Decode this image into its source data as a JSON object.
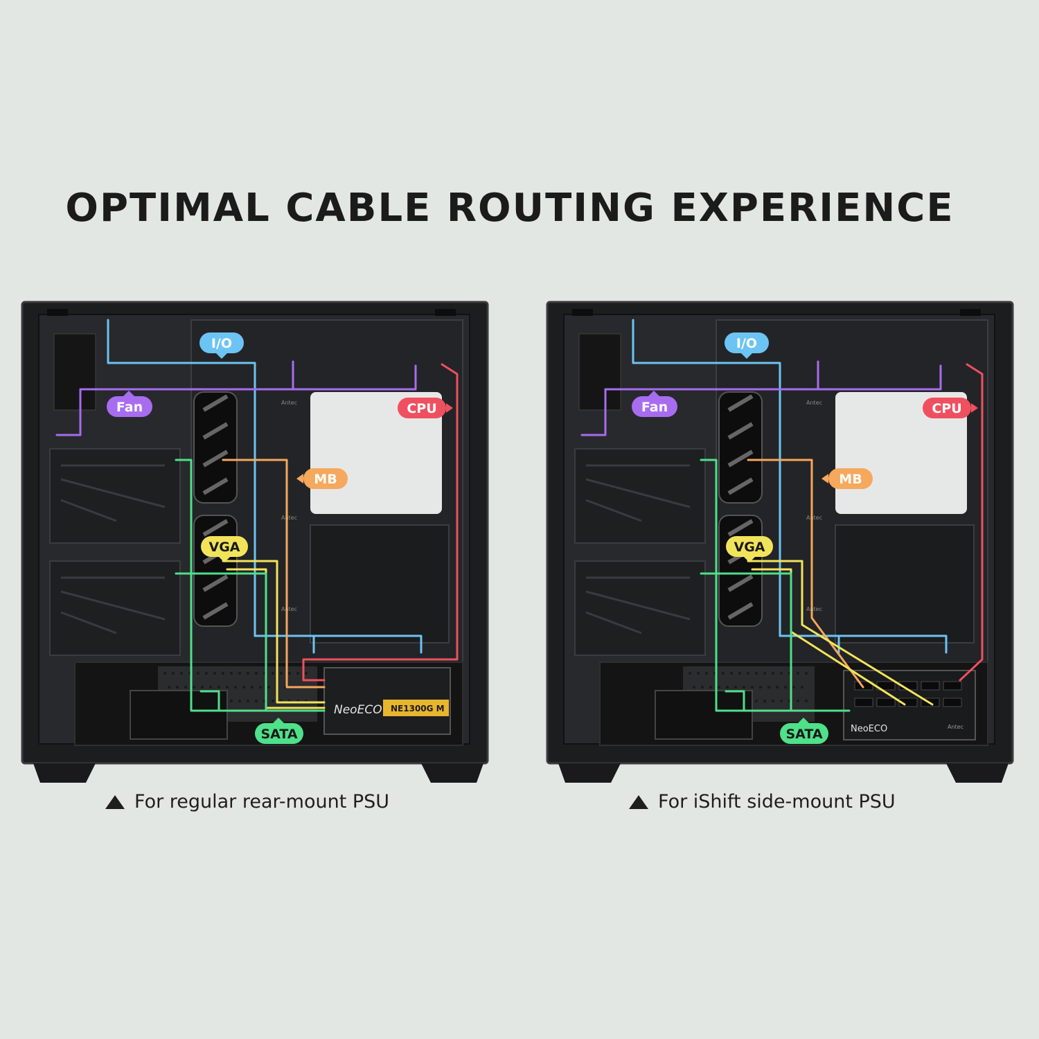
{
  "title": "OPTIMAL CABLE ROUTING EXPERIENCE",
  "colors": {
    "io": "#6cc4f4",
    "fan": "#a86cf0",
    "cpu": "#ef5060",
    "mb": "#f6a85c",
    "vga": "#f2e45a",
    "sata": "#4fe08a",
    "case": "#222325"
  },
  "labels": {
    "io": "I/O",
    "fan": "Fan",
    "cpu": "CPU",
    "mb": "MB",
    "vga": "VGA",
    "sata": "SATA"
  },
  "brand": "Antec",
  "left_panel": {
    "caption": "For regular rear-mount PSU",
    "psu_brand": "NeoECO",
    "psu_model": "NE1300G M"
  },
  "right_panel": {
    "caption": "For iShift side-mount PSU",
    "psu_brand": "NeoECO"
  }
}
